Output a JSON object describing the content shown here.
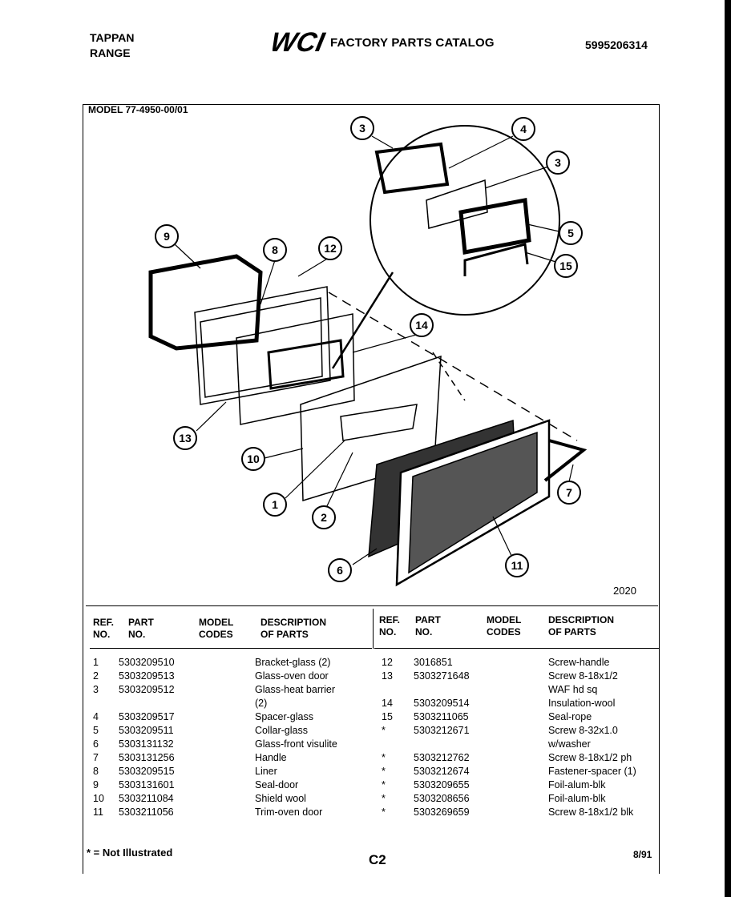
{
  "header": {
    "brand_line1": "TAPPAN",
    "brand_line2": "RANGE",
    "logo_text": "WCI",
    "catalog_title": "FACTORY PARTS CATALOG",
    "publication_number": "5995206314"
  },
  "model_label": "MODEL 77-4950-00/01",
  "diagram": {
    "code": "2020",
    "callouts": [
      "9",
      "8",
      "12",
      "14",
      "13",
      "10",
      "1",
      "2",
      "6",
      "11",
      "7",
      "3",
      "4",
      "3",
      "5",
      "15"
    ]
  },
  "table": {
    "headers": {
      "ref": "REF.\nNO.",
      "part": "PART\nNO.",
      "model": "MODEL\nCODES",
      "desc": "DESCRIPTION\nOF PARTS"
    },
    "left_rows": [
      {
        "ref": "1",
        "part": "5303209510",
        "desc": "Bracket-glass (2)"
      },
      {
        "ref": "2",
        "part": "5303209513",
        "desc": "Glass-oven door"
      },
      {
        "ref": "3",
        "part": "5303209512",
        "desc": "Glass-heat barrier"
      },
      {
        "ref": "",
        "part": "",
        "desc": "(2)"
      },
      {
        "ref": "4",
        "part": "5303209517",
        "desc": "Spacer-glass"
      },
      {
        "ref": "5",
        "part": "5303209511",
        "desc": "Collar-glass"
      },
      {
        "ref": "6",
        "part": "5303131132",
        "desc": "Glass-front visulite"
      },
      {
        "ref": "7",
        "part": "5303131256",
        "desc": "Handle"
      },
      {
        "ref": "8",
        "part": "5303209515",
        "desc": "Liner"
      },
      {
        "ref": "9",
        "part": "5303131601",
        "desc": "Seal-door"
      },
      {
        "ref": "10",
        "part": "5303211084",
        "desc": "Shield wool"
      },
      {
        "ref": "11",
        "part": "5303211056",
        "desc": "Trim-oven door"
      }
    ],
    "right_rows": [
      {
        "ref": "12",
        "part": "3016851",
        "desc": "Screw-handle"
      },
      {
        "ref": "13",
        "part": "5303271648",
        "desc": "Screw 8-18x1/2"
      },
      {
        "ref": "",
        "part": "",
        "desc": "WAF hd sq"
      },
      {
        "ref": "14",
        "part": "5303209514",
        "desc": "Insulation-wool"
      },
      {
        "ref": "15",
        "part": "5303211065",
        "desc": "Seal-rope"
      },
      {
        "ref": "*",
        "part": "5303212671",
        "desc": "Screw 8-32x1.0"
      },
      {
        "ref": "",
        "part": "",
        "desc": "w/washer"
      },
      {
        "ref": "*",
        "part": "5303212762",
        "desc": "Screw 8-18x1/2 ph"
      },
      {
        "ref": "*",
        "part": "5303212674",
        "desc": "Fastener-spacer (1)"
      },
      {
        "ref": "*",
        "part": "5303209655",
        "desc": "Foil-alum-blk"
      },
      {
        "ref": "*",
        "part": "5303208656",
        "desc": "Foil-alum-blk"
      },
      {
        "ref": "*",
        "part": "5303269659",
        "desc": "Screw 8-18x1/2 blk"
      }
    ]
  },
  "footer": {
    "note": "* = Not Illustrated",
    "page_code": "C2",
    "date": "8/91"
  }
}
